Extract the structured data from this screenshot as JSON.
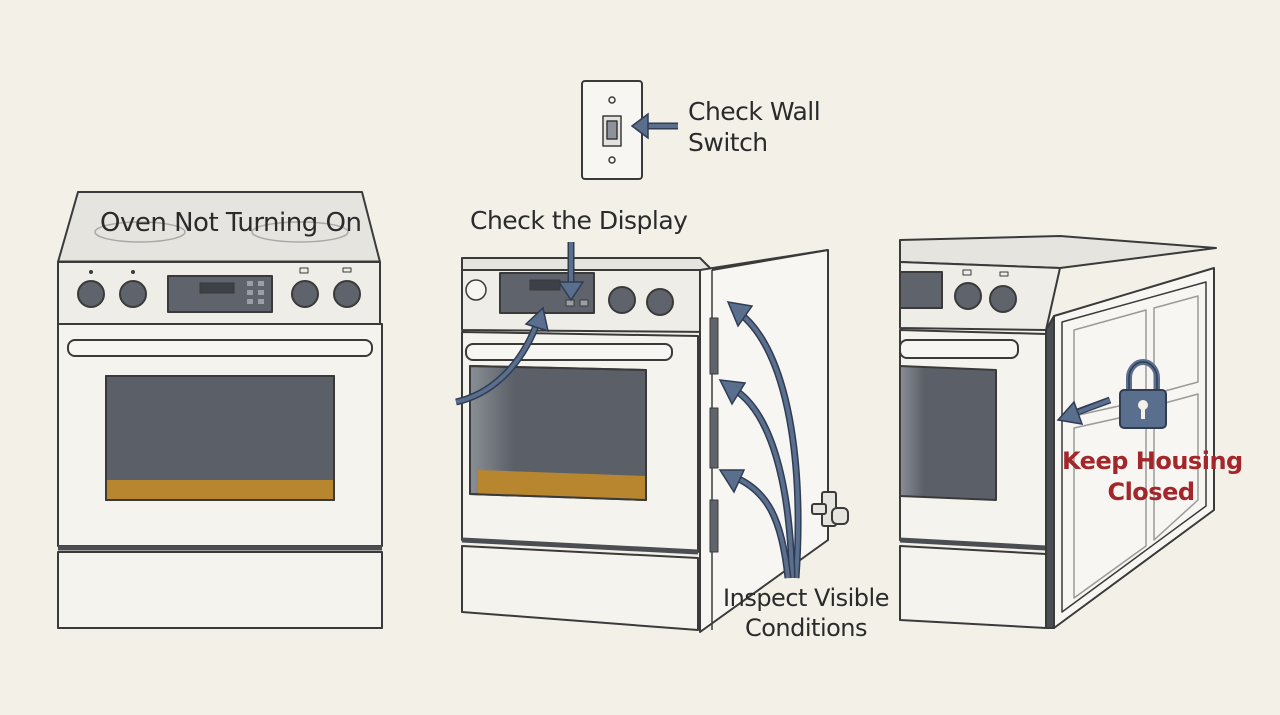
{
  "title": "Oven Not Turning On",
  "labels": {
    "wall_switch_line1": "Check Wall",
    "wall_switch_line2": "Switch",
    "display": "Check the Display",
    "inspect_line1": "Inspect Visible",
    "inspect_line2": "Conditions",
    "housing_line1": "Keep Housing",
    "housing_line2": "Closed"
  },
  "icons": {
    "switch": "light-switch-icon",
    "lock": "padlock-icon",
    "valve": "gas-valve-icon"
  },
  "colors": {
    "background": "#f3f0e8",
    "outline": "#3a3a3a",
    "oven_body": "#f5f3ee",
    "window": "#5b6068",
    "window_glow": "#b8862e",
    "arrow": "#5a6e8e",
    "warning_text": "#a3272a"
  }
}
